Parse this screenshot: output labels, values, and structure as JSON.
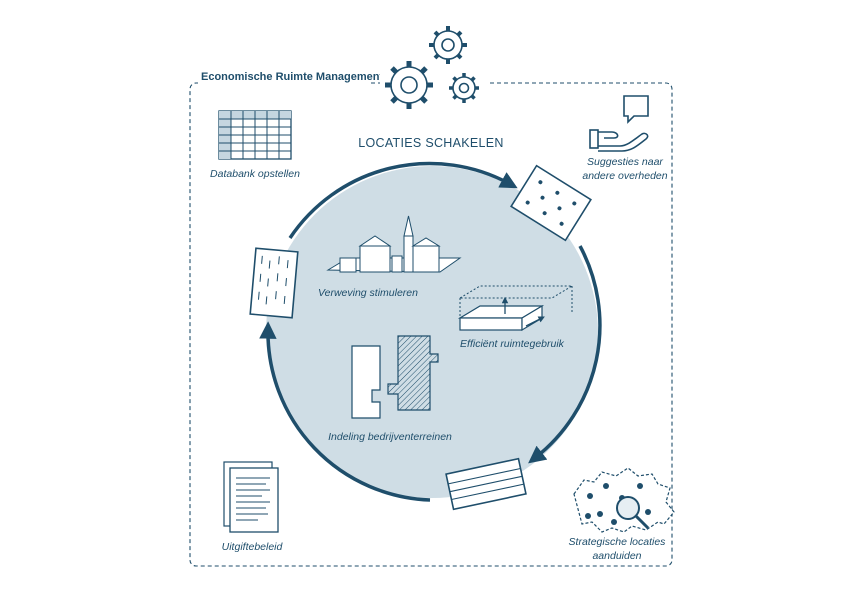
{
  "frame": {
    "title": "Economische Ruimte Management"
  },
  "cycle": {
    "title": "LOCATIES SCHAKELEN"
  },
  "inner_labels": {
    "verweving": "Verweving stimuleren",
    "efficient": "Efficiënt ruimtegebruik",
    "indeling": "Indeling bedrijventerreinen"
  },
  "outer_labels": {
    "databank": "Databank opstellen",
    "suggesties_line1": "Suggesties naar",
    "suggesties_line2": "andere overheden",
    "uitgifte": "Uitgiftebeleid",
    "strategische_line1": "Strategische locaties",
    "strategische_line2": "aanduiden"
  },
  "colors": {
    "primary": "#1f4e6b",
    "circle_fill": "#cfdde5",
    "frame_dash": "#1f4e6b"
  },
  "icons": [
    "gears-icon",
    "table-icon",
    "hand-speech-icon",
    "dotted-sheet-icon",
    "striped-sheet-icon",
    "lined-sheet-icon",
    "document-icon",
    "map-search-icon",
    "town-icon",
    "box-arrows-icon",
    "floorplan-icon"
  ]
}
